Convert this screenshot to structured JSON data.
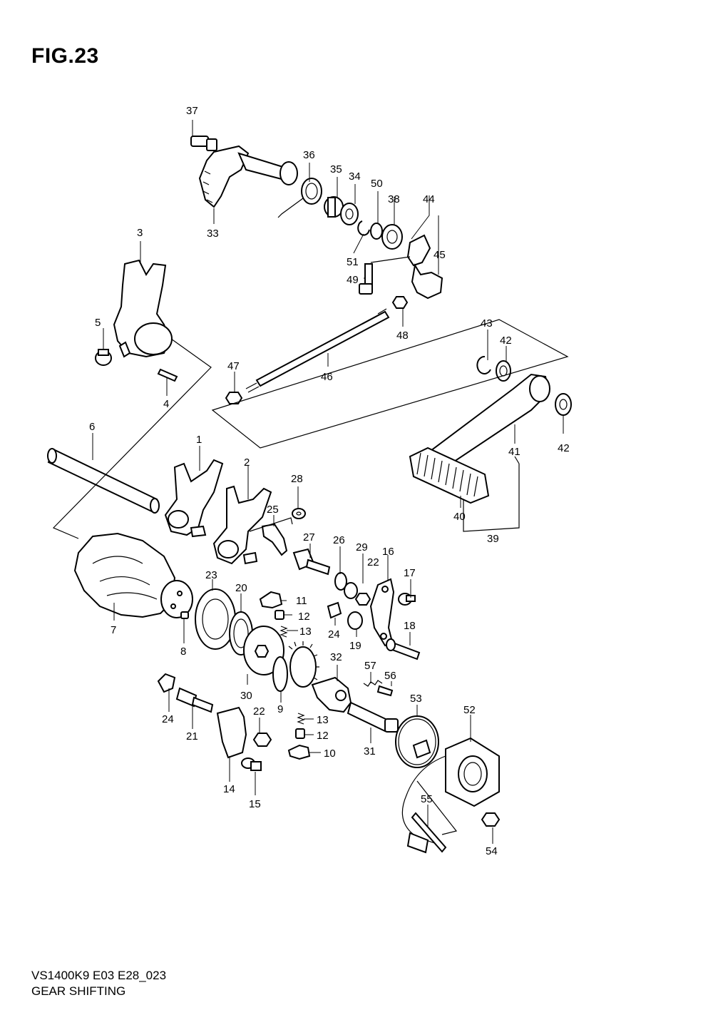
{
  "figure": {
    "title": "FIG.23"
  },
  "footer": {
    "model_code": "VS1400K9 E03 E28_023",
    "caption": "GEAR SHIFTING"
  },
  "callouts": [
    "37",
    "36",
    "35",
    "34",
    "50",
    "38",
    "44",
    "33",
    "3",
    "45",
    "51",
    "49",
    "48",
    "5",
    "47",
    "46",
    "43",
    "42",
    "4",
    "6",
    "1",
    "28",
    "2",
    "41",
    "42",
    "25",
    "27",
    "40",
    "39",
    "26",
    "29",
    "16",
    "22",
    "17",
    "23",
    "20",
    "11",
    "12",
    "13",
    "18",
    "7",
    "24",
    "19",
    "8",
    "32",
    "57",
    "56",
    "53",
    "52",
    "30",
    "9",
    "24",
    "22",
    "13",
    "21",
    "12",
    "31",
    "10",
    "55",
    "14",
    "54",
    "15"
  ]
}
